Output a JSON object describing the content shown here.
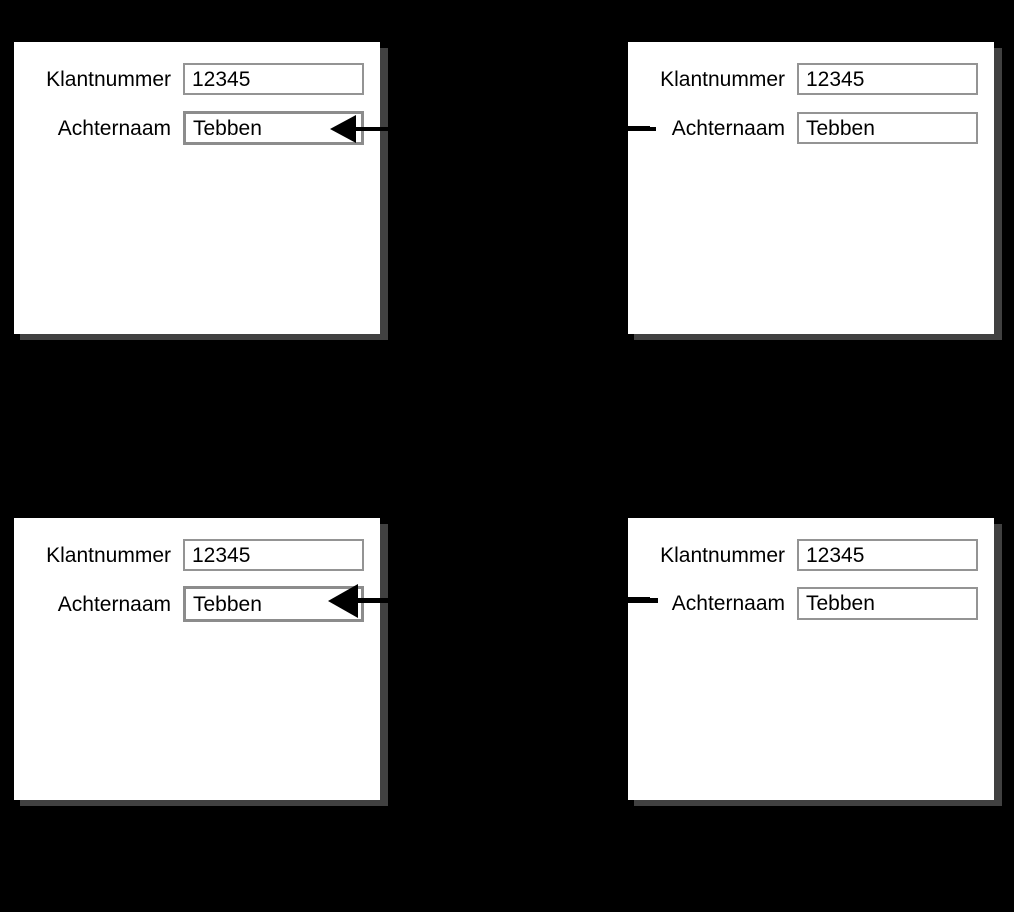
{
  "diagram": {
    "background_color": "#000000",
    "panel_color": "#ffffff",
    "shadow_color": "#414141",
    "field_border_color": "#949494",
    "connector_color": "#000000",
    "panels": [
      {
        "id": "top-left",
        "role": "source",
        "rows": [
          {
            "label": "Klantnummer",
            "value": "12345",
            "highlighted": false
          },
          {
            "label": "Achternaam",
            "value": "Tebben",
            "highlighted": true
          }
        ],
        "marker": "arrow-head-left"
      },
      {
        "id": "top-right",
        "role": "target",
        "rows": [
          {
            "label": "Klantnummer",
            "value": "12345",
            "highlighted": false
          },
          {
            "label": "Achternaam",
            "value": "Tebben",
            "highlighted": false
          }
        ],
        "marker": "line-stub"
      },
      {
        "id": "bottom-left",
        "role": "source",
        "rows": [
          {
            "label": "Klantnummer",
            "value": "12345",
            "highlighted": false
          },
          {
            "label": "Achternaam",
            "value": "Tebben",
            "highlighted": true
          }
        ],
        "marker": "arrow-head-left"
      },
      {
        "id": "bottom-right",
        "role": "target",
        "rows": [
          {
            "label": "Klantnummer",
            "value": "12345",
            "highlighted": false
          },
          {
            "label": "Achternaam",
            "value": "Tebben",
            "highlighted": false
          }
        ],
        "marker": "line-stub"
      }
    ],
    "connectors": [
      {
        "id": "top-connector",
        "from": "top-left.achternaam",
        "to": "top-right.achternaam",
        "style": "solid",
        "arrow_at": "from"
      },
      {
        "id": "bottom-connector",
        "from": "bottom-left.achternaam",
        "to": "bottom-right.achternaam",
        "style": "solid",
        "arrow_at": "from"
      }
    ]
  }
}
